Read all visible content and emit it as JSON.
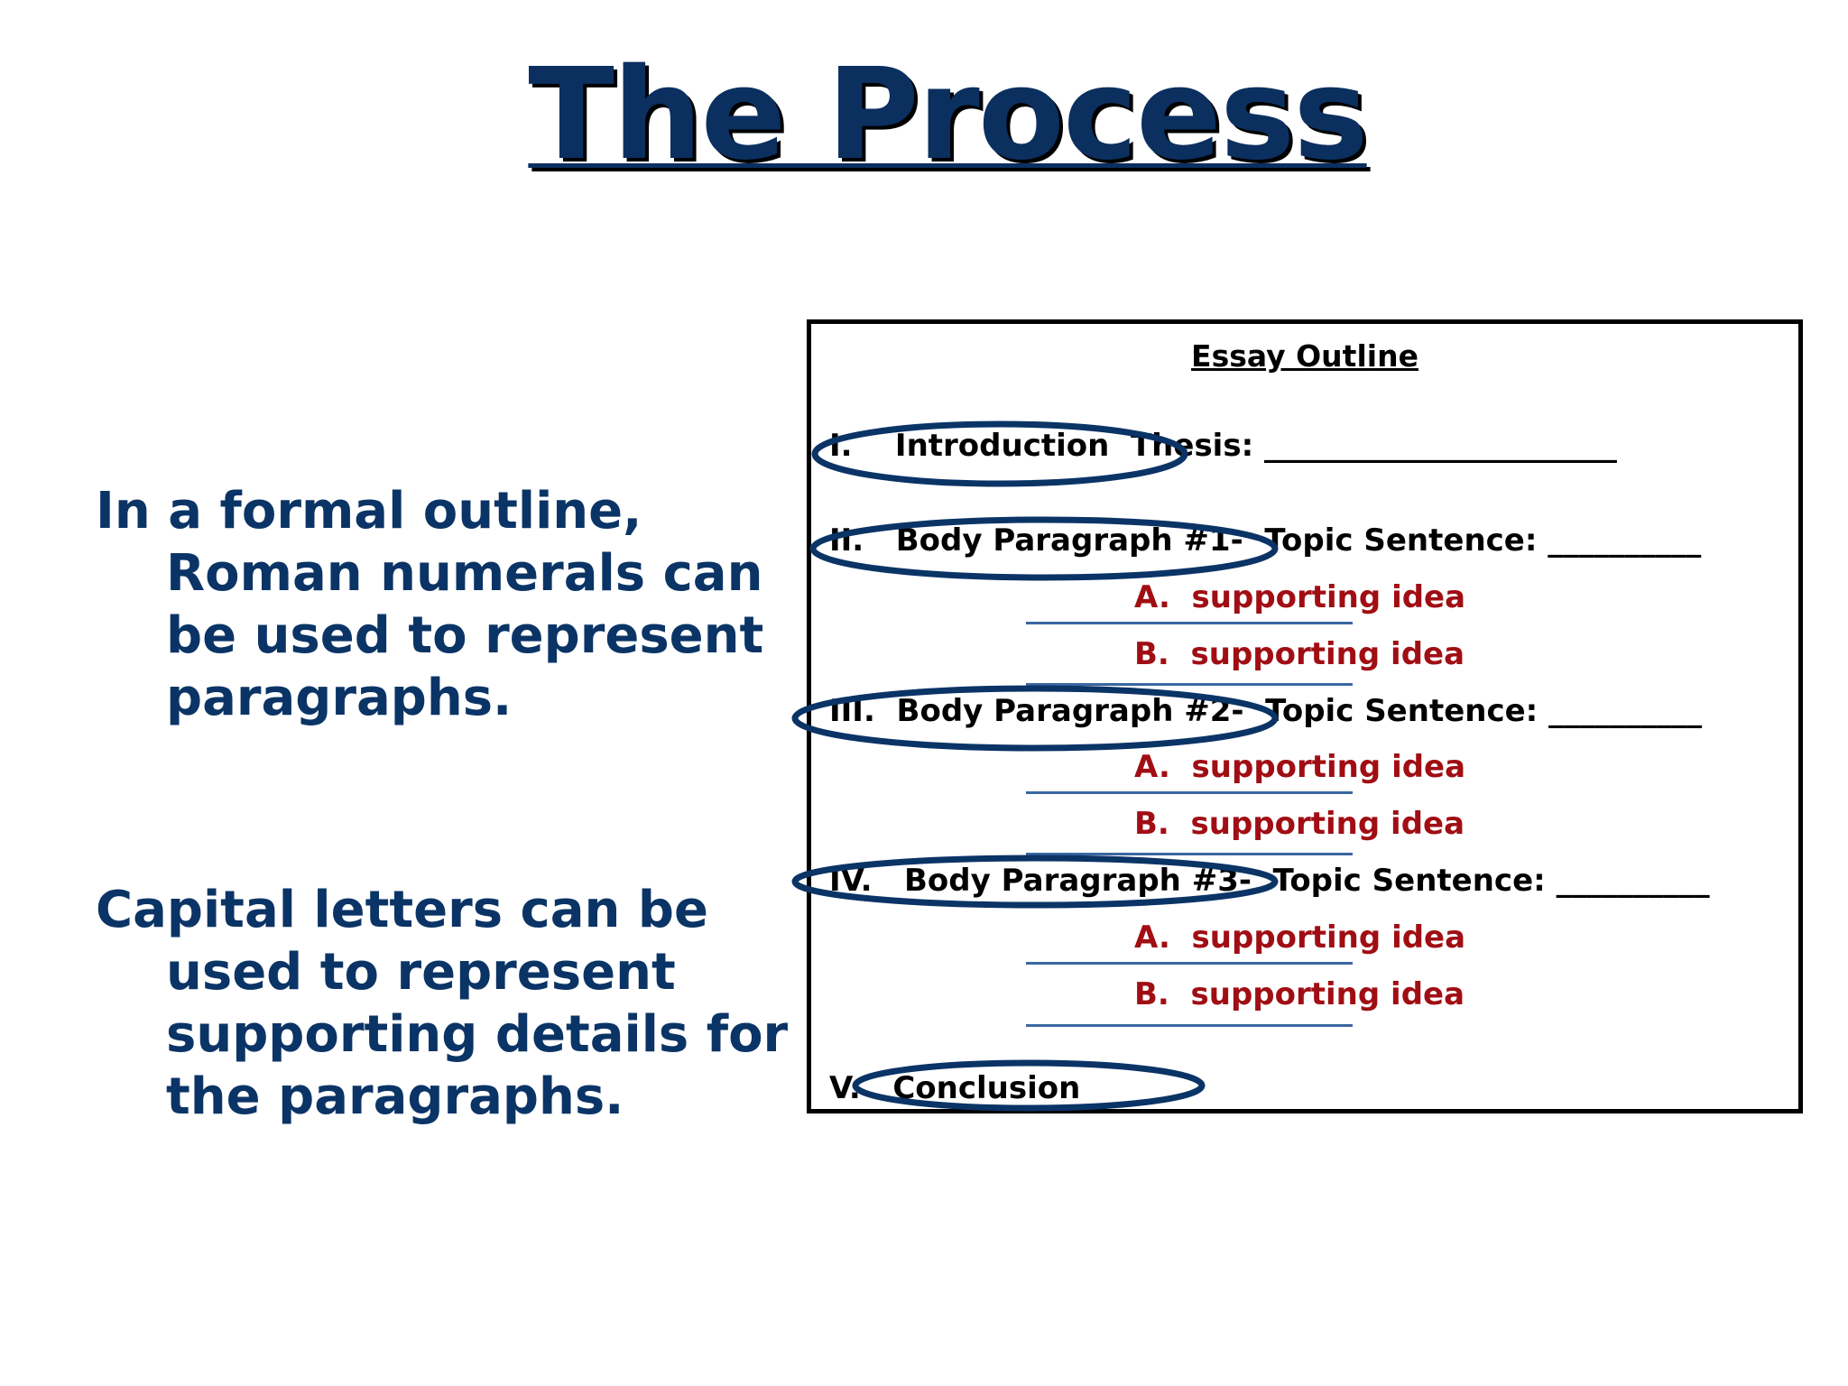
{
  "title": "The Process",
  "left_paragraphs": [
    "In a formal outline, Roman numerals can be used to represent paragraphs.",
    "Capital letters can be used to represent supporting details for the paragraphs."
  ],
  "outline": {
    "heading": "Essay Outline",
    "intro": "I.    Introduction  Thesis: _______________________",
    "body1": "II.   Body Paragraph #1-  Topic Sentence: __________",
    "body1_a": "A.  supporting idea",
    "body1_b": "B.  supporting idea",
    "body2": "III.  Body Paragraph #2-  Topic Sentence: __________",
    "body2_a": "A.  supporting idea",
    "body2_b": "B.  supporting idea",
    "body3": "IV.   Body Paragraph #3-  Topic Sentence: __________",
    "body3_a": "A.  supporting idea",
    "body3_b": "B.  supporting idea",
    "conclusion": "V.   Conclusion"
  },
  "colors": {
    "title": "#0b2f5f",
    "body_text": "#0b3466",
    "supporting_text": "#a00e14",
    "ellipse": "#0b3466"
  }
}
